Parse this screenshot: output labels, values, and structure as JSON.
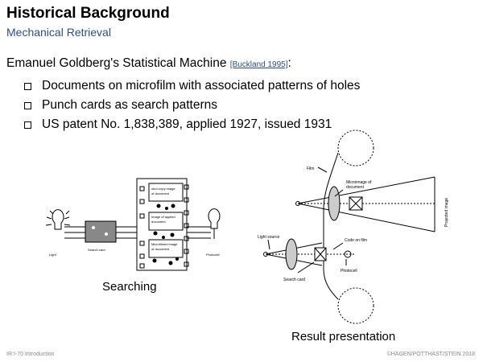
{
  "slide": {
    "title": "Historical Background",
    "subtitle": "Mechanical Retrieval",
    "intro_text": "Emanuel Goldberg's Statistical Machine",
    "citation": "[Buckland 1995]",
    "intro_suffix": ":",
    "bullets": [
      "Documents on microfilm with associated patterns of holes",
      "Punch cards as search patterns",
      "US patent No. 1,838,389, applied 1927, issued 1931"
    ]
  },
  "figures": {
    "searching": {
      "caption": "Searching",
      "labels": {
        "light": "Light",
        "search_card": "Search card",
        "photocell": "Photocell",
        "frame1": [
          "ukro-copy image",
          "of document"
        ],
        "frame2": [
          "Image of applied",
          "document"
        ],
        "frame3": [
          "Microfilmed image",
          "of document"
        ]
      }
    },
    "result": {
      "caption": "Result presentation",
      "labels": {
        "film": "Film",
        "microimage": [
          "Microimage of",
          "document"
        ],
        "projected_image": "Projected image",
        "light_source": "Light source",
        "code_on_film": "Code on film",
        "photocell": "Photocell",
        "search_card": "Search card"
      }
    }
  },
  "footer": {
    "left": "IR:I-70   Introduction",
    "right": "©HAGEN/POTTHAST/STEIN 2018"
  }
}
